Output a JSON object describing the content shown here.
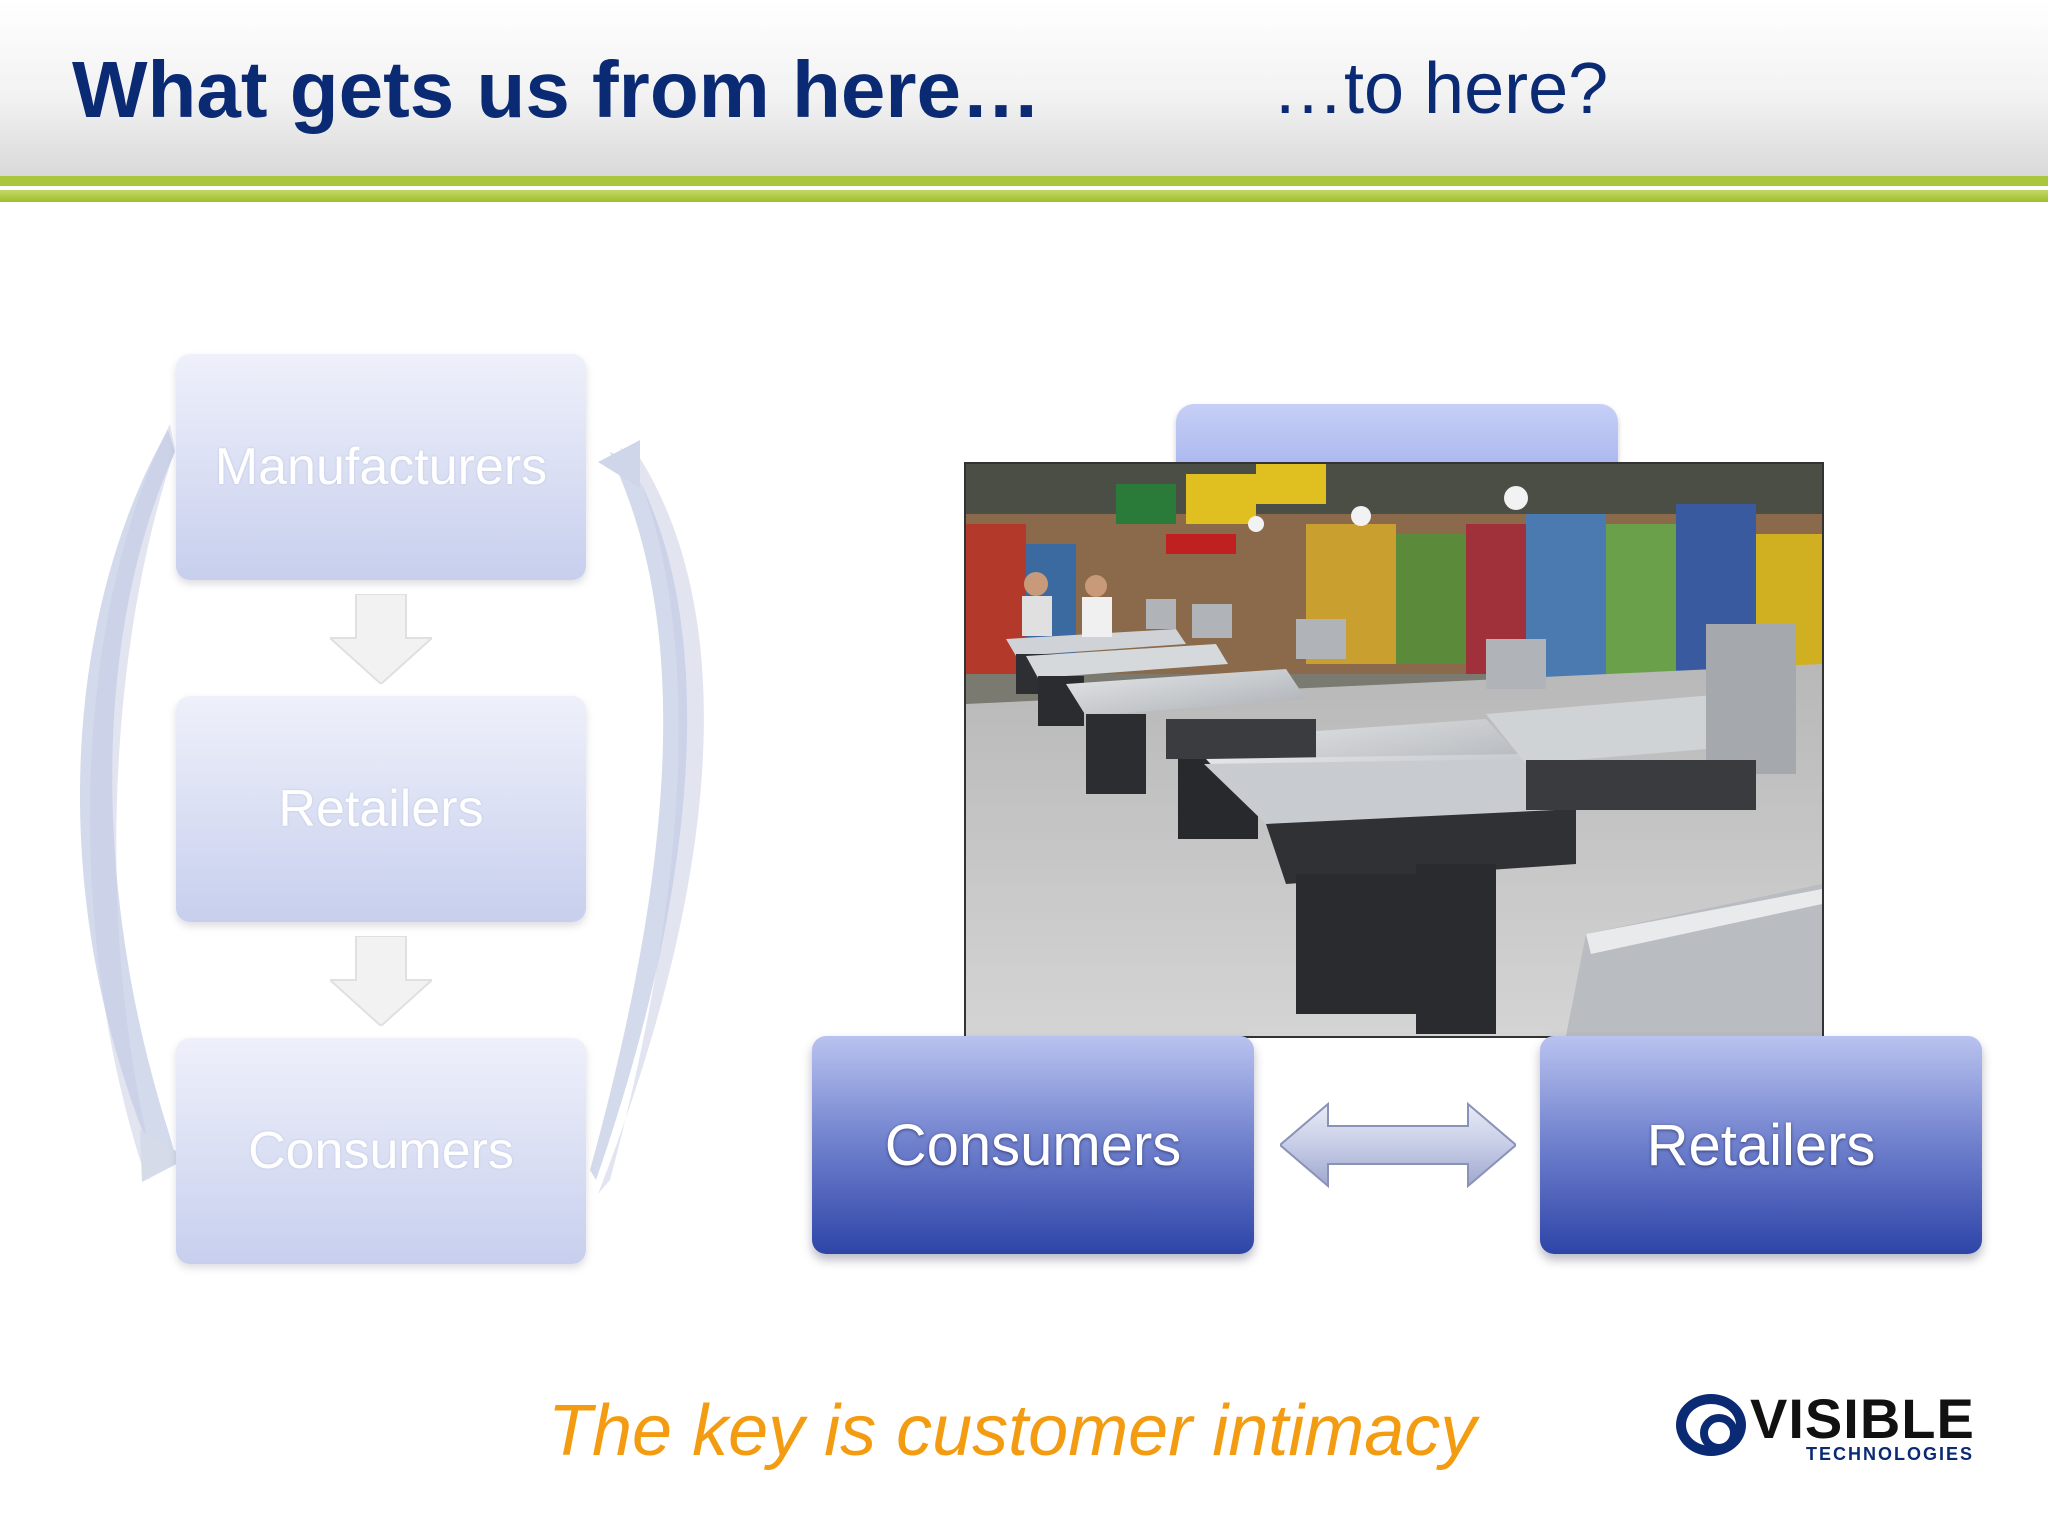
{
  "header": {
    "title_left": "What gets us from here…",
    "title_right": "…to here?"
  },
  "left_diagram": {
    "boxes": [
      "Manufacturers",
      "Retailers",
      "Consumers"
    ]
  },
  "right_diagram": {
    "left_box": "Consumers",
    "right_box": "Retailers"
  },
  "tagline": "The key is customer intimacy",
  "logo": {
    "word": "VISIBLE",
    "sub": "TECHNOLOGIES"
  },
  "colors": {
    "title": "#0a2a74",
    "accent_green": "#aac63a",
    "tagline": "#f39c12",
    "box_blue": "#2e45a8"
  }
}
